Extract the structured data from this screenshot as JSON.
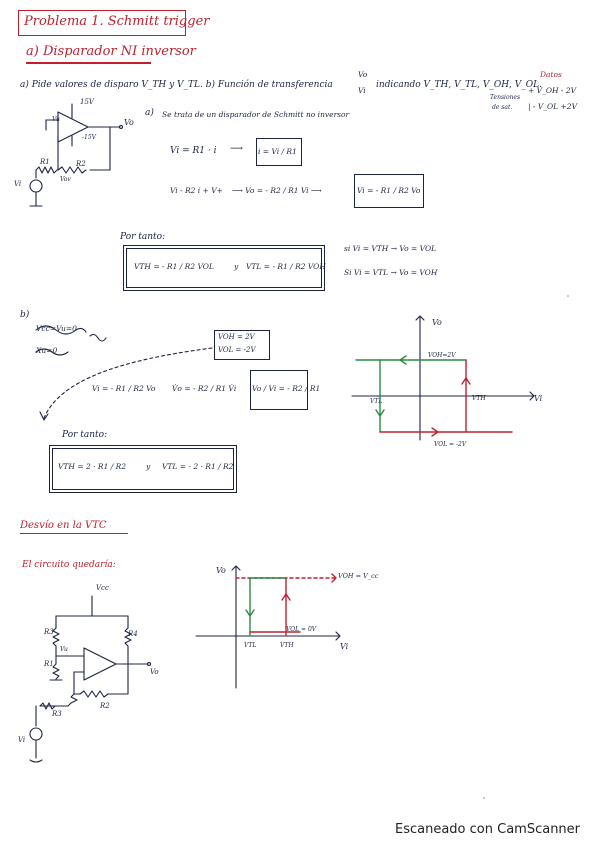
{
  "title": "Problema 1. Schmitt trigger",
  "section_a": "a) Disparador NI inversor",
  "prompt_a": "a) Pide valores de disparo V_TH y V_TL. b) Función de transferencia",
  "frac_vo_vi": {
    "num": "Vo",
    "den": "Vi"
  },
  "prompt_a_end": "indicando V_TH, V_TL, V_OH, V_OL.",
  "datos": {
    "title": "Datos",
    "l1": "+ V_OH - 2V",
    "l2": "| - V_OL +2V",
    "side1": "Tensiones",
    "side2": "de sat."
  },
  "circuit1": {
    "vcc": "15V",
    "vee": "-15V",
    "vo": "Vo",
    "vi": "Vi",
    "r1": "R1",
    "r2": "R2",
    "vp": "V+",
    "vu": "Vu",
    "vov": "Vov"
  },
  "part_a": {
    "label": "a)",
    "text": "Se trata de un disparador de Schmitt no inversor"
  },
  "eq1": {
    "lhs": "Vi = R1 · i",
    "arrow": "⟶",
    "boxed": "i = Vi / R1"
  },
  "eq2": {
    "lhs": "Vi - R2 i + V+",
    "mid": "⟶ Vo = - R2 / R1 Vi ⟶",
    "boxed": "Vi = - R1 / R2 Vo"
  },
  "por_tanto_1": "Por tanto:",
  "vth_box": {
    "a": "VTH = - R1 / R2 VOL",
    "y": "y",
    "b": "VTL = - R1 / R2 VOH"
  },
  "si_lines": {
    "l1": "si Vi = VTH → Vo = VOL",
    "l2": "Si Vi = VTL → Vo = VOH"
  },
  "part_b": {
    "label": "b)",
    "scribble1": "Vcc=Vu=0",
    "scribble2": "Xu=0"
  },
  "vo_box": {
    "l1": "VOH = 2V",
    "l2": "VOL = -2V"
  },
  "eq3": {
    "a": "Vi = - R1 / R2 Vo",
    "b": "V̇o = - R2 / R1 V̇i",
    "boxed": "Vo / Vi = - R2 / R1"
  },
  "por_tanto_2": "Por tanto:",
  "vth_box2": {
    "a": "VTH = 2 · R1 / R2",
    "y": "y",
    "b": "VTL = - 2 · R1 / R2"
  },
  "graph1": {
    "vo": "Vo",
    "vi": "Vi",
    "voh": "VOH=2V",
    "vol": "VOL = -2V",
    "vtl": "VTL",
    "vth": "VTH"
  },
  "section2": "Desvío en la VTC",
  "circuit_label": "El circuito quedaría:",
  "circuit2": {
    "vcc": "Vcc",
    "r3": "R3",
    "r4": "R4",
    "r1": "R1",
    "r2": "R2",
    "r3b": "R3",
    "vo": "Vo",
    "vi": "Vi",
    "vu": "Vu"
  },
  "graph2": {
    "vo": "Vo",
    "vi": "Vi",
    "voh": "VOH = V_cc",
    "vol": "VOL ≈ 0V",
    "vtl": "VTL",
    "vth": "VTH"
  },
  "camscanner": "Escaneado con CamScanner",
  "colors": {
    "ink": "#1c2444",
    "red": "#c0202e",
    "green": "#2a8a3e"
  }
}
